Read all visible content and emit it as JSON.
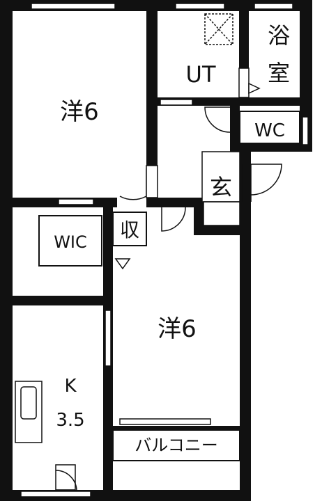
{
  "rooms": {
    "western1": "洋6",
    "ut": "UT",
    "bath_line1": "浴",
    "bath_line2": "室",
    "wc": "WC",
    "entrance": "玄",
    "wic": "WIC",
    "storage": "収",
    "western2": "洋6",
    "kitchen_line1": "K",
    "kitchen_line2": "3.5",
    "balcony": "バルコニー"
  },
  "colors": {
    "wall": "#111111",
    "line": "#111111",
    "background": "#ffffff"
  }
}
